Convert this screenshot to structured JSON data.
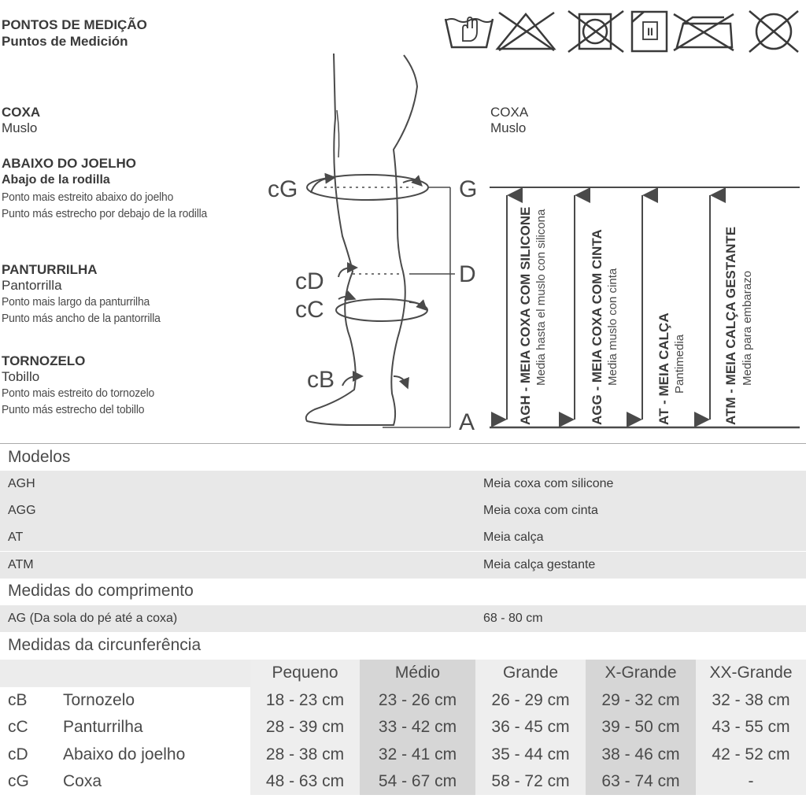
{
  "header": {
    "title_pt": "PONTOS DE MEDIÇÃO",
    "title_es": "Puntos de Medición"
  },
  "care_icons": [
    "hand-wash-icon",
    "no-bleach-icon",
    "no-tumble-dry-icon",
    "line-dry-shade-icon",
    "no-iron-icon",
    "no-dry-clean-icon"
  ],
  "care_icon_texts": {
    "line_dry": "II"
  },
  "left_labels": {
    "thigh": {
      "pt": "COXA",
      "es": "Muslo"
    },
    "knee": {
      "pt": "ABAIXO DO JOELHO",
      "es": "Abajo de la rodilla",
      "note_pt": "Ponto mais estreito abaixo do joelho",
      "note_es": "Punto más estrecho por debajo de la rodilla"
    },
    "calf": {
      "pt": "PANTURRILHA",
      "es": "Pantorrilla",
      "note_pt": "Ponto mais largo da panturrilha",
      "note_es": "Punto más ancho de la pantorrilla"
    },
    "ankle": {
      "pt": "TORNOZELO",
      "es": "Tobillo",
      "note_pt": "Ponto mais estreito do tornozelo",
      "note_es": "Punto más estrecho del tobillo"
    }
  },
  "diagram": {
    "thigh_label": {
      "pt": "COXA",
      "es": "Muslo"
    },
    "points": {
      "cG": "cG",
      "cD": "cD",
      "cC": "cC",
      "cB": "cB"
    },
    "letters": {
      "G": "G",
      "D": "D",
      "A": "A"
    },
    "models": [
      {
        "title": "AGH - MEIA COXA COM SILICONE",
        "sub": "Media hasta el muslo con silicona"
      },
      {
        "title": "AGG - MEIA COXA COM CINTA",
        "sub": "Media muslo con cinta"
      },
      {
        "title": "AT - MEIA CALÇA",
        "sub": "Pantimedia"
      },
      {
        "title": "ATM - MEIA CALÇA GESTANTE",
        "sub": "Media para embarazo"
      }
    ]
  },
  "modelos": {
    "title": "Modelos",
    "rows": [
      {
        "code": "AGH",
        "desc": "Meia coxa com silicone"
      },
      {
        "code": "AGG",
        "desc": "Meia coxa com cinta"
      },
      {
        "code": "AT",
        "desc": "Meia calça"
      },
      {
        "code": "ATM",
        "desc": "Meia calça gestante"
      }
    ]
  },
  "comprimento": {
    "title": "Medidas do comprimento",
    "label": "AG (Da sola do pé até a coxa)",
    "value": "68 - 80 cm"
  },
  "circunferencia": {
    "title": "Medidas da circunferência",
    "sizes": [
      "Pequeno",
      "Médio",
      "Grande",
      "X-Grande",
      "XX-Grande"
    ],
    "rows": [
      {
        "code": "cB",
        "name": "Tornozelo",
        "values": [
          "18 - 23 cm",
          "23 - 26 cm",
          "26 - 29 cm",
          "29 - 32 cm",
          "32 - 38 cm"
        ]
      },
      {
        "code": "cC",
        "name": "Panturrilha",
        "values": [
          "28 - 39 cm",
          "33 - 42 cm",
          "36 - 45 cm",
          "39 - 50 cm",
          "43 - 55 cm"
        ]
      },
      {
        "code": "cD",
        "name": "Abaixo do joelho",
        "values": [
          "28 - 38 cm",
          "32 - 41 cm",
          "35 - 44 cm",
          "38 - 46 cm",
          "42 - 52 cm"
        ]
      },
      {
        "code": "cG",
        "name": "Coxa",
        "values": [
          "48 - 63 cm",
          "54 - 67 cm",
          "58 - 72 cm",
          "63 - 74 cm",
          "-"
        ]
      }
    ]
  }
}
